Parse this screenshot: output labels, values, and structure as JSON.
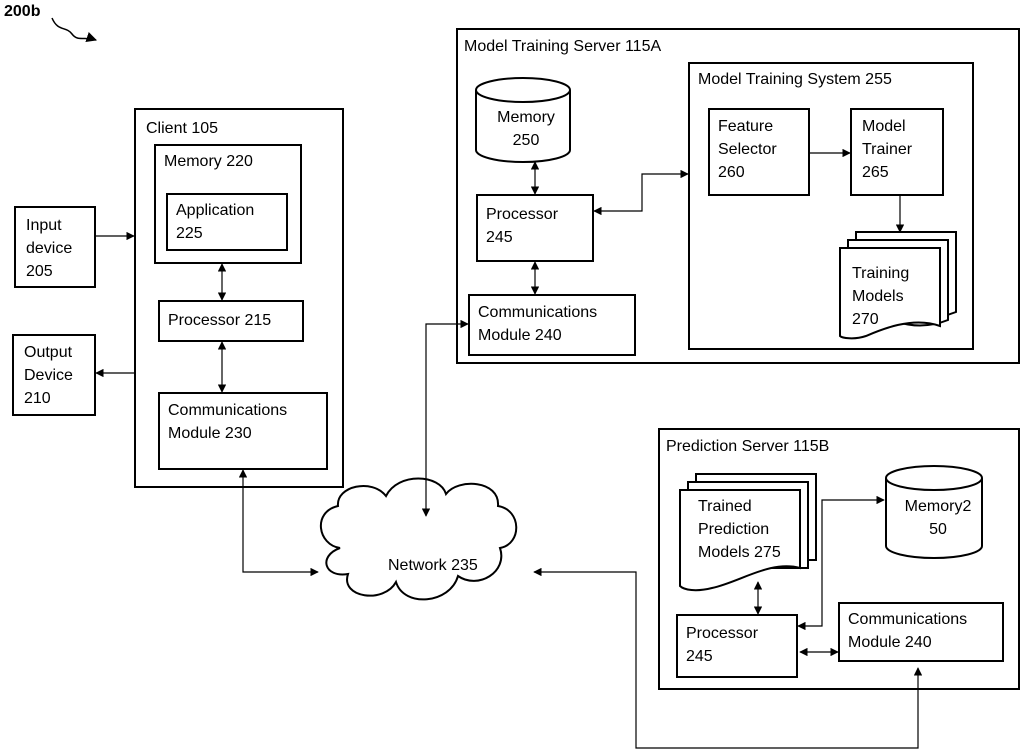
{
  "figure_label": "200b",
  "input_device": "Input\ndevice\n205",
  "output_device": "Output\nDevice\n210",
  "client": {
    "title": "Client 105",
    "memory": "Memory 220",
    "application": "Application\n225",
    "processor": "Processor 215",
    "comms": "Communications\nModule 230"
  },
  "network": "Network 235",
  "training_server": {
    "title": "Model Training Server 115A",
    "memory": "Memory\n250",
    "processor": "Processor\n245",
    "comms": "Communications\nModule 240",
    "system": {
      "title": "Model Training System 255",
      "feature_selector": "Feature\nSelector\n260",
      "model_trainer": "Model\nTrainer\n265",
      "training_models": "Training\nModels\n270"
    }
  },
  "prediction_server": {
    "title": "Prediction Server 115B",
    "trained_models": "Trained\nPrediction\nModels 275",
    "memory": "Memory2\n50",
    "processor": "Processor\n245",
    "comms": "Communications\nModule 240"
  }
}
